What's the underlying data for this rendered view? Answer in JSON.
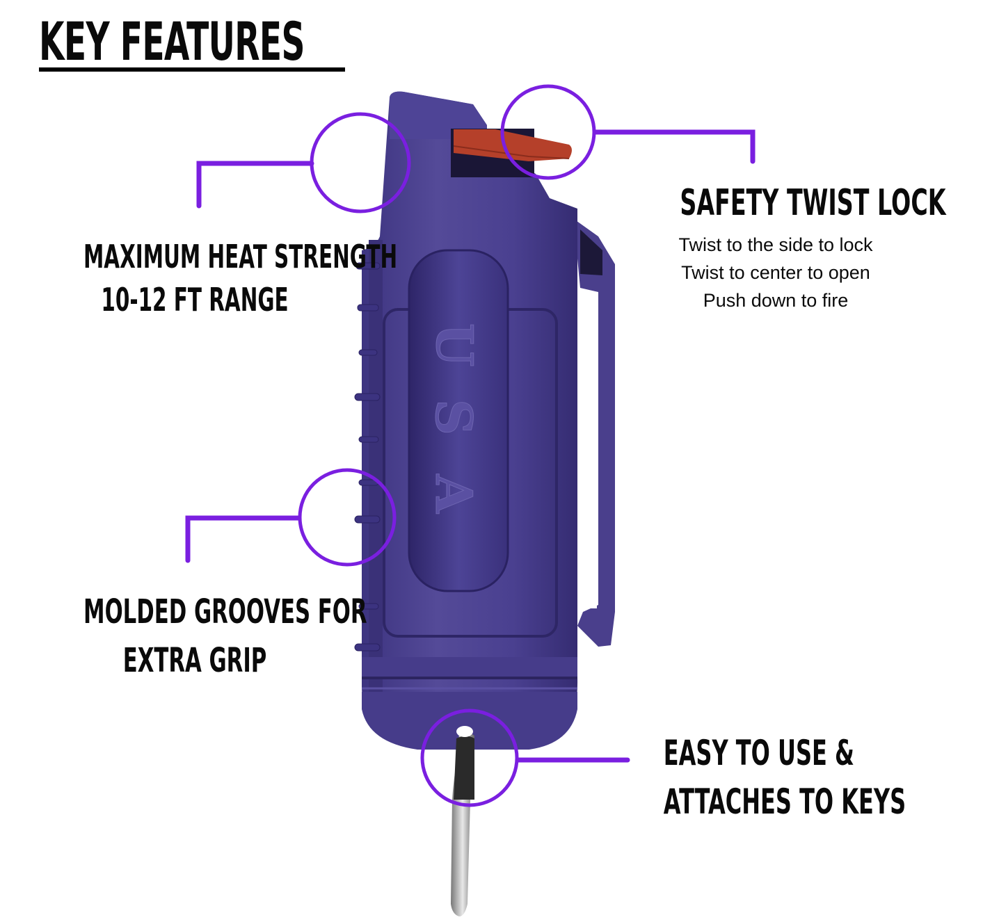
{
  "header": {
    "title": "KEY FEATURES"
  },
  "product": {
    "name": "pepper spray keychain with holster",
    "embossed_text": [
      "U",
      "S",
      "A"
    ],
    "colors": {
      "body": "#4a3f8c",
      "body_dark": "#2f2766",
      "body_light": "#6a60a8",
      "trigger": "#b5402a",
      "callout": "#7a1fe0",
      "text": "#0a0a0a",
      "background": "#ffffff"
    }
  },
  "callouts": {
    "heat": {
      "lines": [
        "MAXIMUM HEAT STRENGTH",
        "10-12 FT RANGE"
      ]
    },
    "safety": {
      "heading": "SAFETY TWIST LOCK",
      "details": [
        "Twist to the side to lock",
        "Twist to center to open",
        "Push down to fire"
      ]
    },
    "grip": {
      "lines": [
        "MOLDED GROOVES FOR",
        "EXTRA GRIP"
      ]
    },
    "keys": {
      "lines": [
        "EASY TO USE &",
        "ATTACHES TO KEYS"
      ]
    }
  }
}
